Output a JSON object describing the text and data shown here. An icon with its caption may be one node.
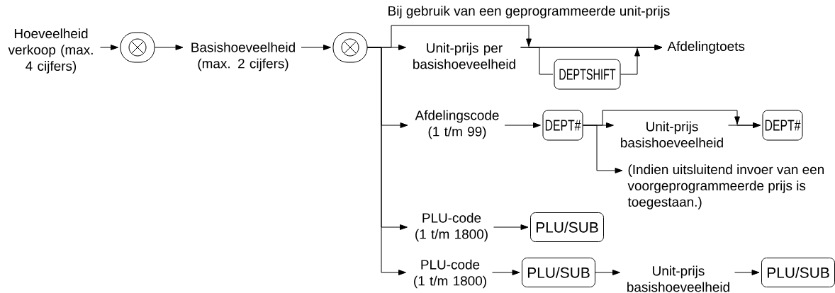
{
  "diagram": {
    "nodes": [
      {
        "text": [
          "Hoeveelheid verkoop (max. 4 cijfers)"
        ]
      },
      {
        "text": [],
        "shape": "circle"
      },
      {
        "text": [
          "Basishoeveelheid (max. 2 cijfers)"
        ]
      },
      {
        "text": [],
        "shape": "circle"
      },
      {
        "text": [
          "Unit-prijs per basishoeveelheid"
        ]
      },
      {
        "text": [
          "DEPTSHIFT"
        ]
      },
      {
        "text": [
          "Afdelingtoets"
        ]
      },
      {
        "text": [
          "Afdelingscode (1 t/m 99)"
        ]
      },
      {
        "text": [
          "DEPT#"
        ]
      },
      {
        "text": [
          "Unit-prijs basishoeveelheid"
        ]
      },
      {
        "text": [
          "DEPT#"
        ]
      },
      {
        "text": [
          "(Indien uitsluitend invoer van een voorgeprogrammeerde prijs is toegestaan.)"
        ]
      },
      {
        "text": [
          "PLU-code (1 t/m 1800)"
        ]
      },
      {
        "text": [
          "PLU/SUB"
        ]
      },
      {
        "text": [
          "PLU-code (1 t/m 1800)"
        ]
      },
      {
        "text": [
          "PLU/SUB"
        ]
      },
      {
        "text": [
          "Unit-prijs basishoeveelheid"
        ]
      },
      {
        "text": [
          "PLU/SUB"
        ]
      }
    ],
    "edges": [
      {
        "from": 0,
        "to": 1,
        "arrow": "to"
      },
      {
        "from": 1,
        "to": 2,
        "arrow": "to"
      },
      {
        "from": 2,
        "to": 3,
        "arrow": "to"
      },
      {
        "from": 3,
        "to": 4,
        "arrow": "to"
      },
      {
        "from": 4,
        "to": 6,
        "arrow": "to"
      },
      {
        "from": 4,
        "to": 5,
        "arrow": "none"
      },
      {
        "from": 5,
        "to": 6,
        "arrow": "to"
      },
      {
        "from": 3,
        "to": 6,
        "arrow": "to",
        "label": "Bij gebruik van een geprogrammeerde unit-prijs"
      },
      {
        "from": 3,
        "to": 7,
        "arrow": "to"
      },
      {
        "from": 7,
        "to": 8,
        "arrow": "to"
      },
      {
        "from": 8,
        "to": 9,
        "arrow": "to"
      },
      {
        "from": 9,
        "to": 10,
        "arrow": "to"
      },
      {
        "from": 8,
        "to": 10,
        "arrow": "to"
      },
      {
        "from": 8,
        "to": 11,
        "arrow": "to"
      },
      {
        "from": 3,
        "to": 12,
        "arrow": "to"
      },
      {
        "from": 12,
        "to": 13,
        "arrow": "to"
      },
      {
        "from": 3,
        "to": 14,
        "arrow": "to"
      },
      {
        "from": 14,
        "to": 15,
        "arrow": "to"
      },
      {
        "from": 15,
        "to": 16,
        "arrow": "to"
      },
      {
        "from": 16,
        "to": 17,
        "arrow": "to"
      }
    ]
  }
}
